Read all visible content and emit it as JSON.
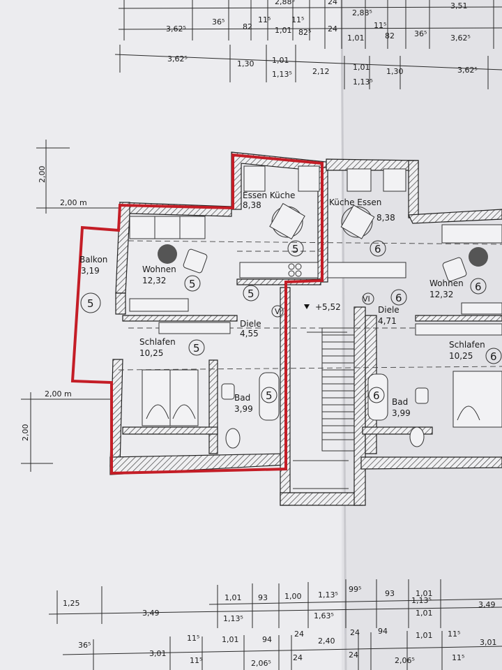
{
  "rooms_left": {
    "essen_kueche": "Essen  Küche",
    "essen_kueche_area": "8,38",
    "wohnen": "Wohnen",
    "wohnen_area": "12,32",
    "balkon": "Balkon",
    "balkon_area": "3,19",
    "schlafen": "Schlafen",
    "schlafen_area": "10,25",
    "diele": "Diele",
    "diele_area": "4,55",
    "bad": "Bad",
    "bad_area": "3,99",
    "unit": "5"
  },
  "rooms_right": {
    "kueche_essen": "Küche Essen",
    "kueche_essen_area": "8,38",
    "wohnen": "Wohnen",
    "wohnen_area": "12,32",
    "diele": "Diele",
    "diele_area": "4,71",
    "schlafen": "Schlafen",
    "schlafen_area": "10,25",
    "bad": "Bad",
    "bad_area": "3,99",
    "unit": "6"
  },
  "level": "+5,52",
  "level_mark_v": "V",
  "level_mark_vi": "VI",
  "ext_dim": {
    "top": "2,00 m",
    "top_side": "2,00",
    "bottom": "2,00 m",
    "bottom_side": "2,00"
  },
  "dims_top_row1": [
    "2,88⁵",
    "24",
    "2,88⁵",
    "3,51"
  ],
  "dims_top_row2": [
    "3,62⁵",
    "36⁵",
    "82",
    "11⁵",
    "1,01",
    "11⁵",
    "82⁵",
    "24",
    "1,01",
    "11⁵",
    "82",
    "36⁵",
    "3,62⁵"
  ],
  "dims_top_row3": [
    "3,62⁵",
    "1,30",
    "1,01",
    "1,13⁵",
    "2,12",
    "1,01",
    "1,13⁵",
    "1,30",
    "3,62⁵"
  ],
  "dims_bot_row1": [
    "1,25",
    "3,49",
    "1,01",
    "93",
    "1,00",
    "1,13⁵",
    "99⁵",
    "93",
    "1,01",
    "3,49"
  ],
  "dims_bot_row2": [
    "1,13⁵",
    "1,63⁵",
    "1,01",
    "1,13⁵"
  ],
  "dims_bot_row3": [
    "36⁵",
    "3,01",
    "11⁵",
    "1,01",
    "94",
    "24",
    "2,40",
    "24",
    "94",
    "1,01",
    "11⁵",
    "3,01"
  ],
  "dims_bot_row4": [
    "11⁵",
    "2,06⁵",
    "24",
    "24",
    "2,06⁵",
    "11⁵"
  ]
}
